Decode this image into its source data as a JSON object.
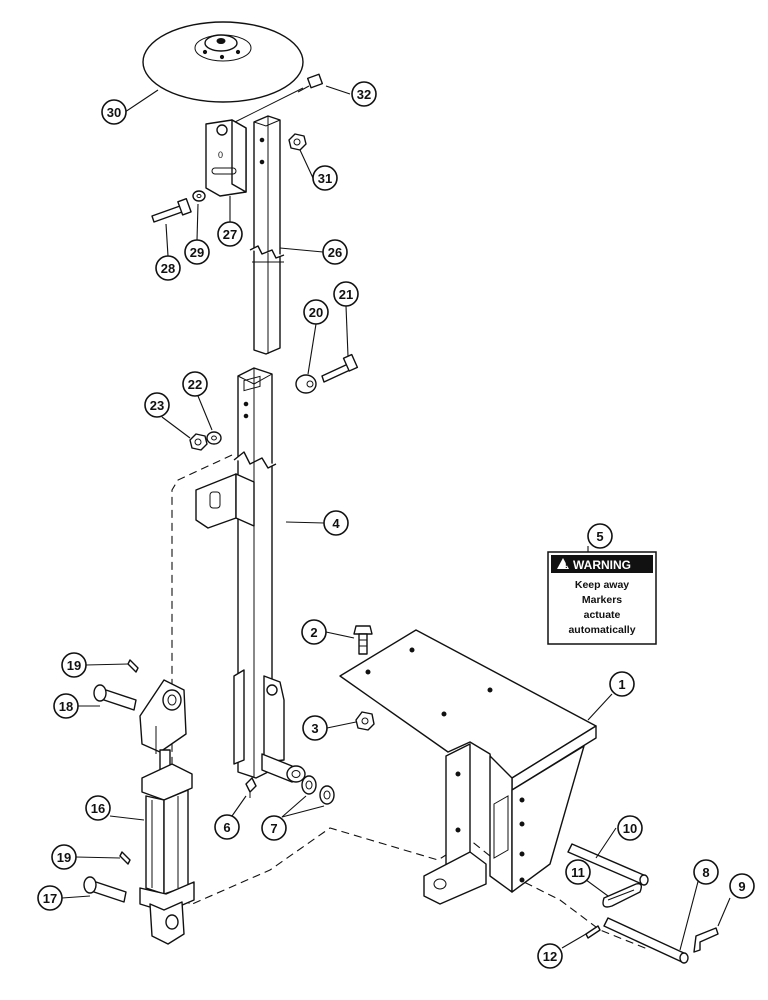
{
  "callouts": [
    {
      "id": "c1",
      "label": "1"
    },
    {
      "id": "c2",
      "label": "2"
    },
    {
      "id": "c3",
      "label": "3"
    },
    {
      "id": "c4",
      "label": "4"
    },
    {
      "id": "c5",
      "label": "5"
    },
    {
      "id": "c6",
      "label": "6"
    },
    {
      "id": "c7",
      "label": "7"
    },
    {
      "id": "c8",
      "label": "8"
    },
    {
      "id": "c9",
      "label": "9"
    },
    {
      "id": "c10",
      "label": "10"
    },
    {
      "id": "c11",
      "label": "11"
    },
    {
      "id": "c12",
      "label": "12"
    },
    {
      "id": "c16",
      "label": "16"
    },
    {
      "id": "c17",
      "label": "17"
    },
    {
      "id": "c18",
      "label": "18"
    },
    {
      "id": "c19a",
      "label": "19"
    },
    {
      "id": "c19b",
      "label": "19"
    },
    {
      "id": "c20",
      "label": "20"
    },
    {
      "id": "c21",
      "label": "21"
    },
    {
      "id": "c22",
      "label": "22"
    },
    {
      "id": "c23",
      "label": "23"
    },
    {
      "id": "c26",
      "label": "26"
    },
    {
      "id": "c27",
      "label": "27"
    },
    {
      "id": "c28",
      "label": "28"
    },
    {
      "id": "c29",
      "label": "29"
    },
    {
      "id": "c30",
      "label": "30"
    },
    {
      "id": "c31",
      "label": "31"
    },
    {
      "id": "c32",
      "label": "32"
    }
  ],
  "warning_label": {
    "title": "WARNING",
    "lines": [
      "Keep away",
      "Markers",
      "actuate",
      "automatically"
    ]
  }
}
